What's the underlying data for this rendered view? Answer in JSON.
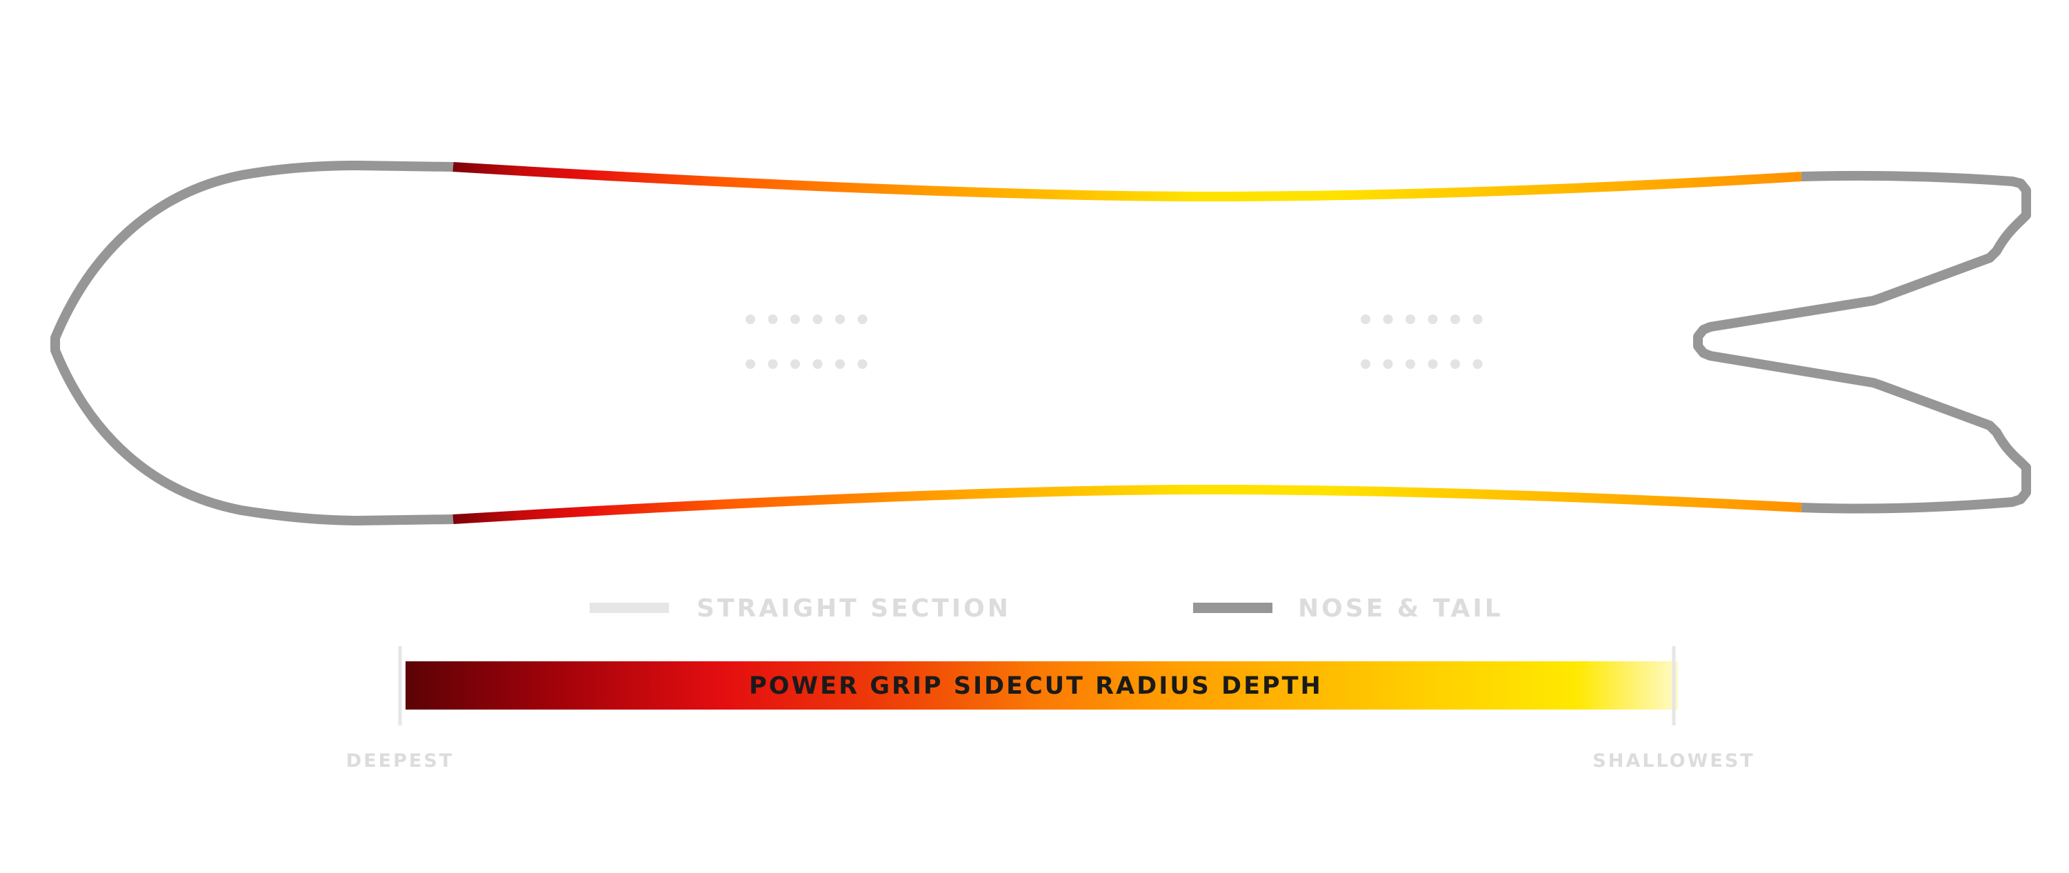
{
  "legend": {
    "straight_section": {
      "label": "STRAIGHT SECTION",
      "color": "#e6e6e6"
    },
    "nose_tail": {
      "label": "NOSE & TAIL",
      "color": "#969696"
    }
  },
  "depth_bar": {
    "title": "POWER GRIP SIDECUT RADIUS DEPTH",
    "left_label": "DEEPEST",
    "right_label": "SHALLOWEST",
    "gradient_stops": [
      "#5c0206",
      "#a3020a",
      "#e40e10",
      "#ee3a08",
      "#fa7a04",
      "#ff9d00",
      "#ffca00",
      "#ffe900",
      "#fffac8"
    ]
  },
  "board": {
    "outline_color": "#969696",
    "sidecut_gradient": [
      "#7a0008",
      "#e8100e",
      "#ff5a00",
      "#ff9a00",
      "#ffe200",
      "#ffe200",
      "#ffb200",
      "#ff9100"
    ],
    "insert_dot_color": "#e3e3e3"
  }
}
